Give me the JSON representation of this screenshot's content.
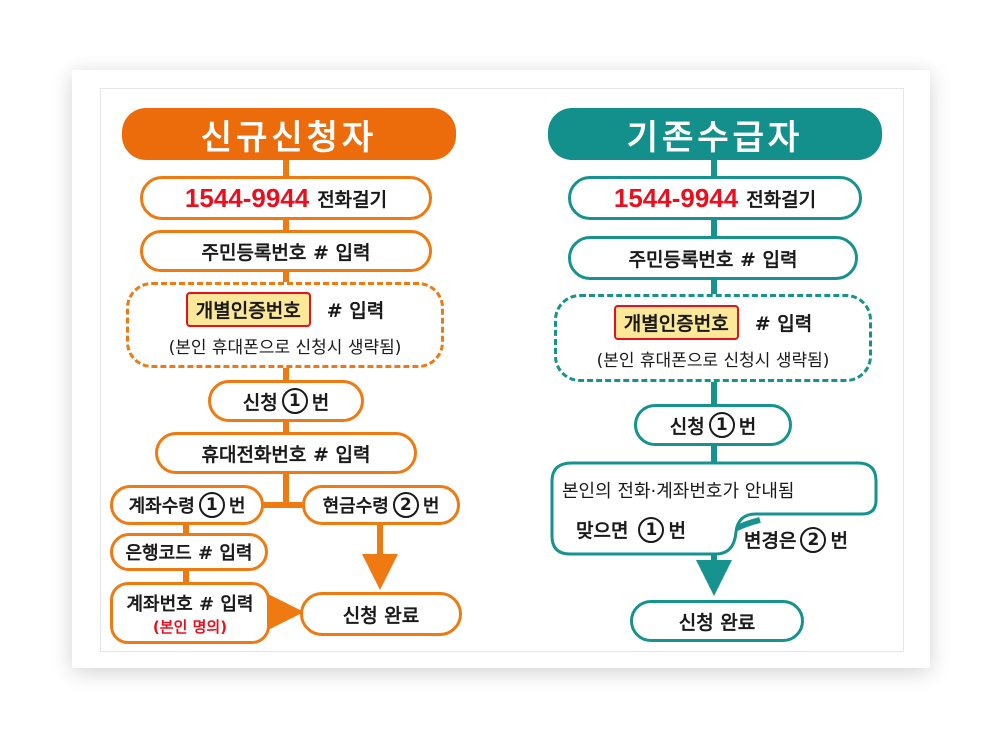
{
  "colors": {
    "orange": "#ee7a11",
    "teal": "#16938f",
    "red": "#e8101e",
    "highlight": "#fde89a"
  },
  "left": {
    "header": "신규신청자",
    "call_number": "1544-9944",
    "call_text": "전화걸기",
    "resident_input": "주민등록번호 # 입력",
    "auth_code": "개별인증번호",
    "auth_suffix": "# 입력",
    "auth_note": "(본인 휴대폰으로 신청시 생략됨)",
    "apply_prefix": "신청",
    "apply_num": "1",
    "apply_suffix": "번",
    "mobile_input": "휴대전화번호 # 입력",
    "account_prefix": "계좌수령",
    "account_num": "1",
    "account_suffix": "번",
    "cash_prefix": "현금수령",
    "cash_num": "2",
    "cash_suffix": "번",
    "bank_code": "은행코드 # 입력",
    "account_number": "계좌번호 # 입력",
    "account_note": "(본인 명의)",
    "complete": "신청 완료"
  },
  "right": {
    "header": "기존수급자",
    "call_number": "1544-9944",
    "call_text": "전화걸기",
    "resident_input": "주민등록번호 # 입력",
    "auth_code": "개별인증번호",
    "auth_suffix": "# 입력",
    "auth_note": "(본인 휴대폰으로 신청시 생략됨)",
    "apply_prefix": "신청",
    "apply_num": "1",
    "apply_suffix": "번",
    "guide_text": "본인의 전화·계좌번호가 안내됨",
    "match_prefix": "맞으면",
    "match_num": "1",
    "match_suffix": "번",
    "change_prefix": "변경은",
    "change_num": "2",
    "change_suffix": "번",
    "complete": "신청 완료"
  }
}
